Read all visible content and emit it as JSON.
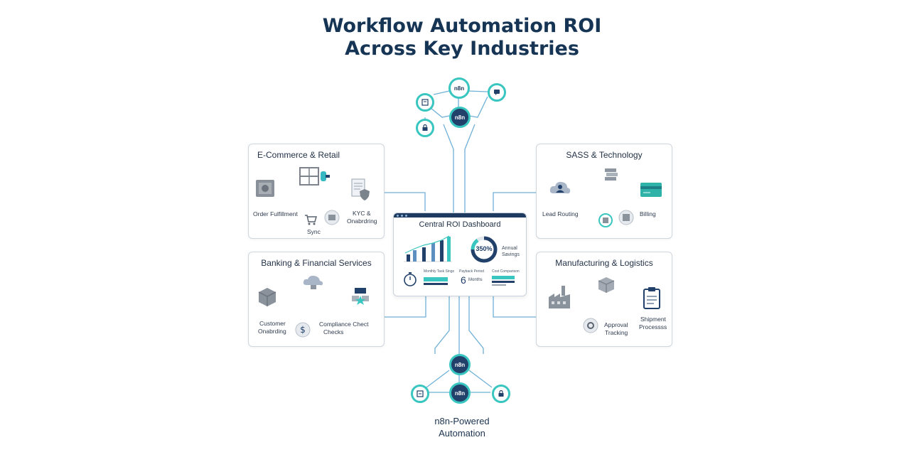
{
  "title": {
    "line1": "Workflow Automation ROI",
    "line2": "Across Key Industries"
  },
  "panels": {
    "ecommerce": {
      "title": "E-Commerce & Retail",
      "labels": [
        "Order Fulfillment",
        "KYC &",
        "Onabrdring",
        "Sync"
      ]
    },
    "saas": {
      "title": "SASS & Technology",
      "labels": [
        "Lead Routing",
        "Billing"
      ]
    },
    "banking": {
      "title": "Banking & Financial Services",
      "labels": [
        "Customer",
        "Onabrding",
        "Compliance Chect",
        "Checks"
      ]
    },
    "manufacturing": {
      "title": "Manufacturing & Logistics",
      "labels": [
        "Approval",
        "Tracking",
        "Shipment",
        "Processss"
      ]
    }
  },
  "dashboard": {
    "title": "Central ROI Dashboard",
    "gauge_value": "350%",
    "gauge_label1": "Annual",
    "gauge_label2": "Savings",
    "metric1_label": "Monthly Task Sings",
    "metric2_label": "Payback Period",
    "metric2_value": "6",
    "metric2_unit": "Months",
    "metric3_label": "Cost Comparison"
  },
  "nodes": {
    "hub_label": "n8n"
  },
  "footer": {
    "line1": "n8n-Powered",
    "line2": "Automation"
  },
  "colors": {
    "accent": "#39c6c0",
    "navy": "#21406a",
    "line": "#6fb1d8"
  }
}
